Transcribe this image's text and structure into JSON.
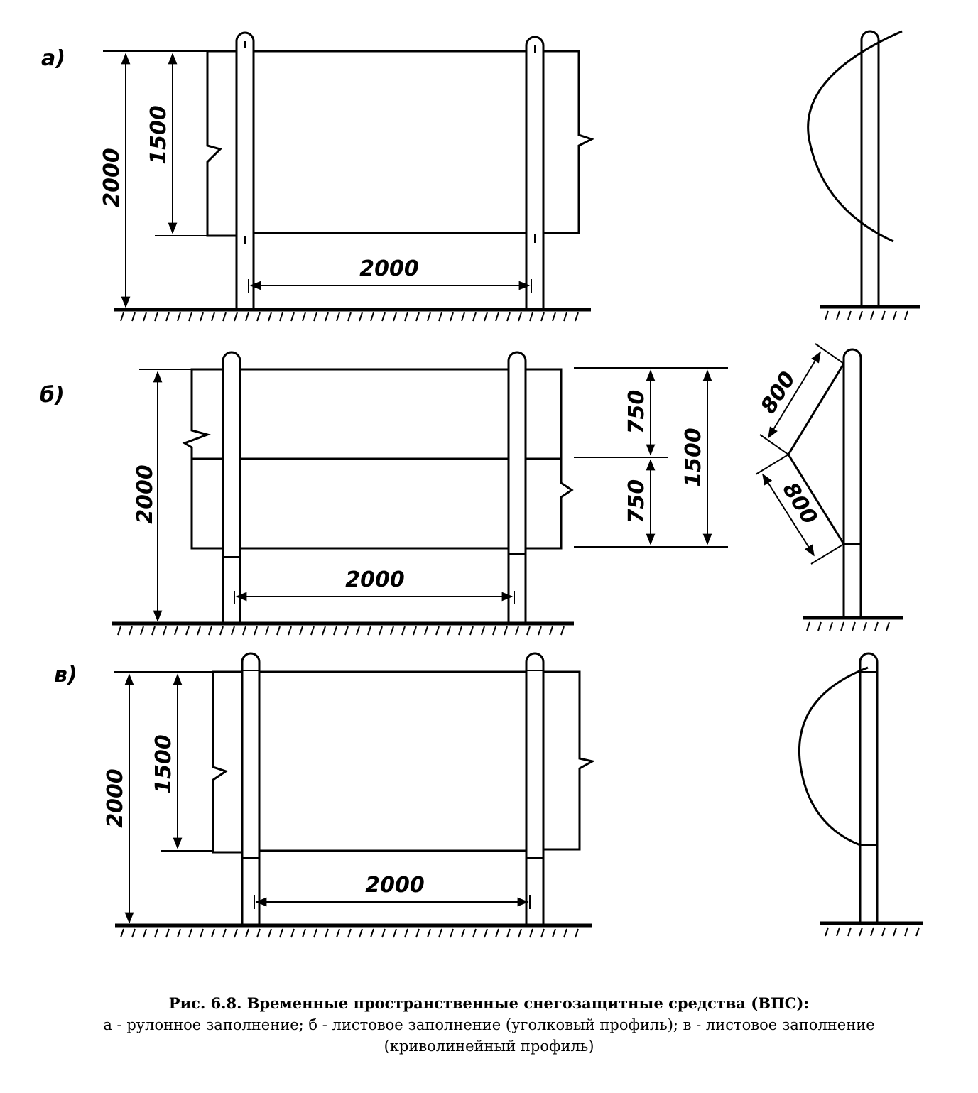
{
  "figure": {
    "panel_a": {
      "label": "а)",
      "height_total": "2000",
      "height_fill": "1500",
      "span": "2000"
    },
    "panel_b": {
      "label": "б)",
      "height_total": "2000",
      "span": "2000",
      "upper_part": "750",
      "lower_part": "750",
      "fill_height": "1500",
      "side_upper": "800",
      "side_lower": "800"
    },
    "panel_c": {
      "label": "в)",
      "height_total": "2000",
      "height_fill": "1500",
      "span": "2000"
    }
  },
  "caption": {
    "title": "Рис. 6.8. Временные пространственные снегозащитные средства (ВПС):",
    "line2": "а - рулонное заполнение; б - листовое заполнение (уголковый профиль); в - листовое заполнение",
    "line3": "(криволинейный профиль)"
  }
}
